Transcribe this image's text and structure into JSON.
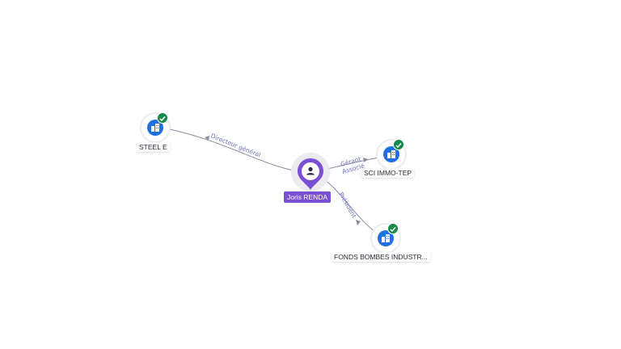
{
  "person": {
    "name": "Joris RENDA",
    "icon": "person-icon",
    "color": "#7a4fd6"
  },
  "companies": [
    {
      "id": "steele",
      "name": "STEEL E",
      "icon": "building-icon",
      "verified": true
    },
    {
      "id": "sci",
      "name": "SCI IMMO-TEP",
      "icon": "building-icon",
      "verified": true
    },
    {
      "id": "fonds",
      "name": "FONDS BOMBES INDUSTR...",
      "icon": "building-icon",
      "verified": true
    }
  ],
  "relations": [
    {
      "to": "steele",
      "label": "Directeur général"
    },
    {
      "to": "sci",
      "label_lines": [
        "Gérant",
        "Associé"
      ]
    },
    {
      "to": "fonds",
      "label": "Président"
    }
  ],
  "colors": {
    "company_icon": "#1f6fe5",
    "verified_badge": "#17894a",
    "edge": "#8a8aa0",
    "edge_label": "#6c6cc9"
  }
}
